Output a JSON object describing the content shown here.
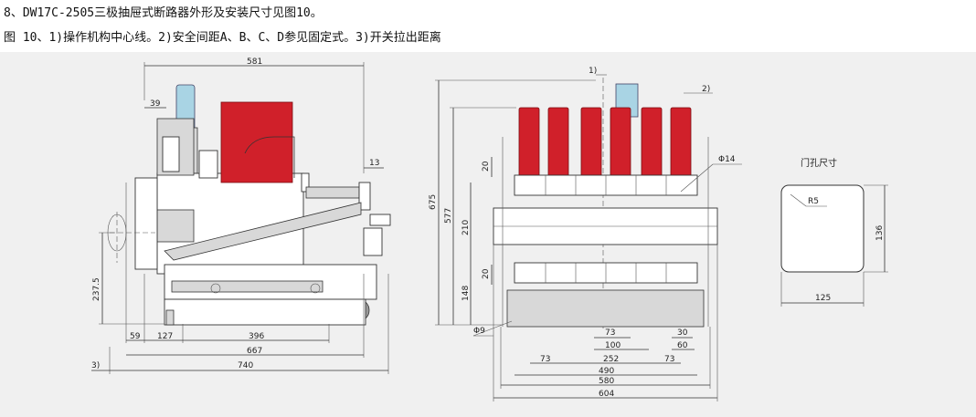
{
  "captions": {
    "line1": "8、DW17C-2505三极抽屉式断路器外形及安装尺寸见图10。",
    "line2": "图  10、1)操作机构中心线。2)安全间距A、B、C、D参见固定式。3)开关拉出距离"
  },
  "side_view": {
    "dims": {
      "top_width": "581",
      "offset_39": "39",
      "offset_13": "13",
      "height_237": "237.5",
      "bottom_59": "59",
      "bottom_127": "127",
      "bottom_396": "396",
      "bottom_667": "667",
      "bottom_740": "740",
      "note_3": "3)"
    }
  },
  "front_view": {
    "dims": {
      "note_1": "1)",
      "note_2": "2)",
      "h_675": "675",
      "h_577": "577",
      "h_210": "210",
      "h_148": "148",
      "h_20a": "20",
      "h_20b": "20",
      "phi14": "Φ14",
      "phi9": "Φ9",
      "w_73a": "73",
      "w_100": "100",
      "w_30": "30",
      "w_60": "60",
      "w_73b": "73",
      "w_252": "252",
      "w_73c": "73",
      "w_490": "490",
      "w_580": "580",
      "w_604": "604"
    }
  },
  "door_hole": {
    "title": "门孔尺寸",
    "radius": "R5",
    "width": "125",
    "height": "136"
  },
  "colors": {
    "handle_red": "#d0202a",
    "knob_blue": "#a9d4e4",
    "background": "#f0f0f0"
  }
}
